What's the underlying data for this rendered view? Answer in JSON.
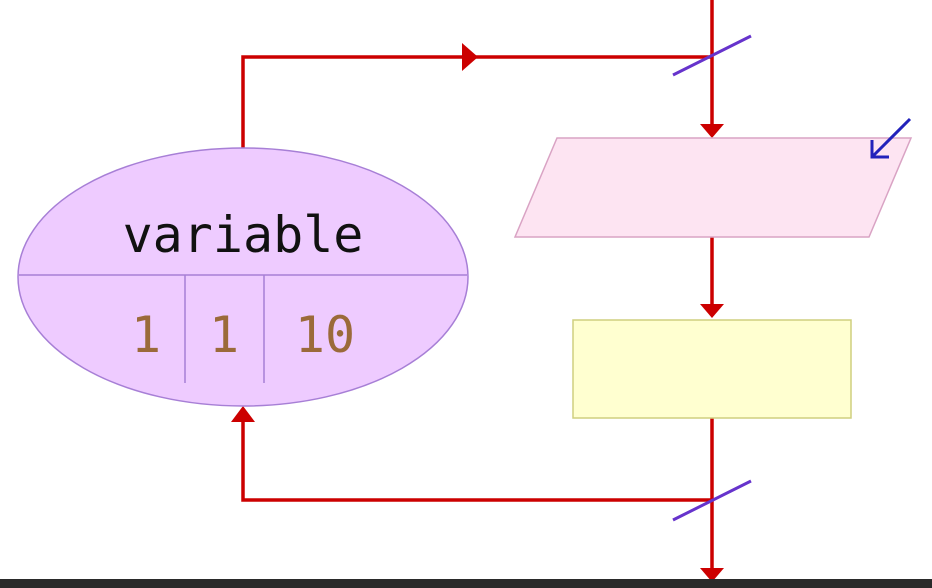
{
  "flowchart": {
    "variable": {
      "name": "variable",
      "values": [
        "1",
        "1",
        "10"
      ]
    }
  },
  "colors": {
    "flow_line": "#cc0000",
    "ellipse_fill": "#eecbff",
    "ellipse_stroke": "#a77fd6",
    "input_fill": "#fde4f2",
    "input_stroke": "#d9a3c4",
    "process_fill": "#ffffd0",
    "process_stroke": "#cfcf7f",
    "loop_marker": "#6633cc",
    "input_arrow": "#2222bb",
    "value_text": "#9b6a3a"
  },
  "icons": {
    "input_indicator": "arrow-down-left-icon",
    "loop_marker": "slash-marker-icon"
  }
}
